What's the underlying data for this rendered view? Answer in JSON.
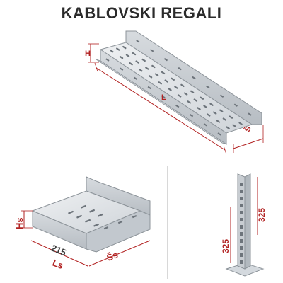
{
  "title": "KABLOVSKI REGALI",
  "diagrams": {
    "top_tray": {
      "label_height": "H",
      "label_length": "L",
      "label_width": "Š"
    },
    "bottom_left_tray": {
      "label_hs": "Hs",
      "label_215": "215",
      "label_ls": "Ls",
      "label_ss": "Šs"
    },
    "bottom_right_column": {
      "label_325_left": "325",
      "label_325_right": "325"
    }
  },
  "colors": {
    "metal_light": "#e6e9ec",
    "metal_mid": "#c9ced3",
    "metal_dark": "#a8afb6",
    "hole": "#6d747b",
    "dimension_red": "#b22222",
    "text": "#3a3a3a"
  }
}
